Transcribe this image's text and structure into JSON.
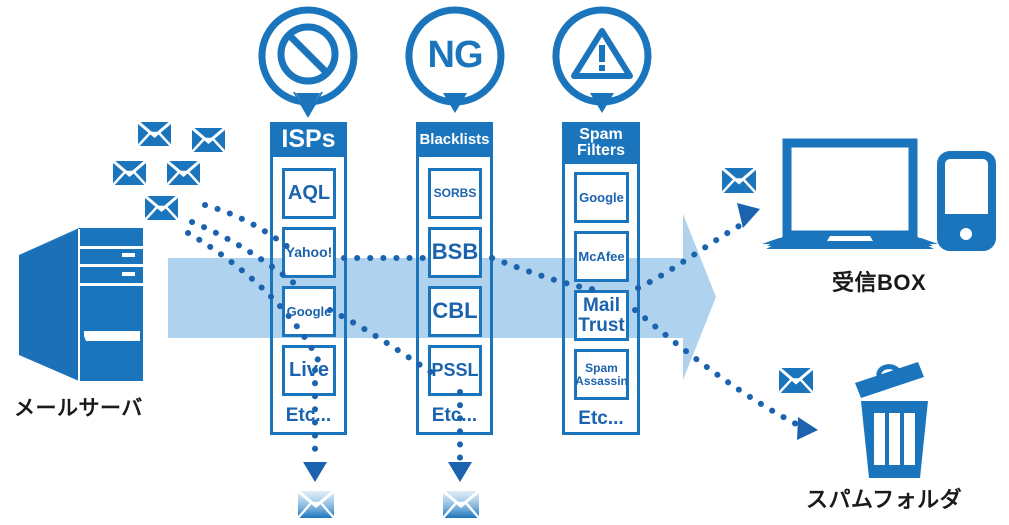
{
  "theme": {
    "primary_blue": "#1B75BC",
    "text_blue": "#1B63AE",
    "band_blue": "#AFD3EF",
    "dark_text": "#1a1a1a",
    "white": "#ffffff"
  },
  "diagram": {
    "title_present": false,
    "type": "email-delivery-spam-filter-flow",
    "flow_direction": "left-to-right"
  },
  "source": {
    "label": "メールサーバ",
    "icon": "mail-server-tower-icon",
    "outgoing_envelope_count": 5,
    "envelope_icon": "envelope-icon"
  },
  "callouts": [
    {
      "id": "prohibited",
      "icon": "prohibited-sign-icon",
      "text": ""
    },
    {
      "id": "ng",
      "icon": "ng-badge-icon",
      "text": "NG"
    },
    {
      "id": "warning",
      "icon": "warning-triangle-icon",
      "text": ""
    }
  ],
  "columns": [
    {
      "id": "isps",
      "header": "ISPs",
      "header_lines": [
        "ISPs"
      ],
      "header_size": 25,
      "items": [
        {
          "label": "AQL",
          "size": 20
        },
        {
          "label": "Yahoo!",
          "size": 14
        },
        {
          "label": "Google",
          "size": 13
        },
        {
          "label": "Live",
          "size": 20
        }
      ],
      "footer": "Etc..."
    },
    {
      "id": "blacklists",
      "header": "Blacklists",
      "header_lines": [
        "Blacklists"
      ],
      "header_size": 15,
      "items": [
        {
          "label": "SORBS",
          "size": 12
        },
        {
          "label": "BSB",
          "size": 22
        },
        {
          "label": "CBL",
          "size": 22
        },
        {
          "label": "PSSL",
          "size": 18
        }
      ],
      "footer": "Etc..."
    },
    {
      "id": "spam-filters",
      "header": "Spam Filters",
      "header_lines": [
        "Spam",
        "Filters"
      ],
      "header_size": 16,
      "items": [
        {
          "label": "Google",
          "size": 13
        },
        {
          "label": "McAfee",
          "size": 13
        },
        {
          "label": "Mail Trust",
          "size": 19,
          "lines": [
            "Mail",
            "Trust"
          ]
        },
        {
          "label": "Spam Assassin",
          "size": 12,
          "lines": [
            "Spam",
            "Assassin"
          ]
        }
      ],
      "footer": "Etc..."
    }
  ],
  "destinations": [
    {
      "id": "inbox",
      "label": "受信BOX",
      "icons": [
        "laptop-icon",
        "smartphone-icon"
      ],
      "delivered_envelope": "envelope-icon"
    },
    {
      "id": "spam-folder",
      "label": "スパムフォルダ",
      "icons": [
        "trash-can-icon"
      ],
      "delivered_envelope": "envelope-icon"
    }
  ],
  "rejected": [
    {
      "id": "rejected-isps",
      "icon": "envelope-icon-faded"
    },
    {
      "id": "rejected-blacklists",
      "icon": "envelope-icon-faded"
    }
  ],
  "flow_band": {
    "shape": "right-arrow",
    "color": "#AFD3EF"
  }
}
